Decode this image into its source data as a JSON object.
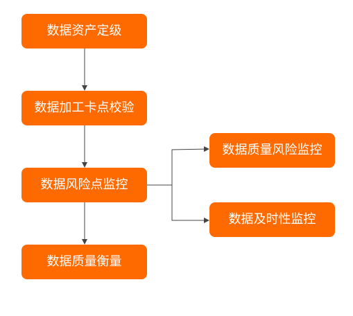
{
  "diagram": {
    "nodes": [
      {
        "id": "n1",
        "label": "数据资产定级"
      },
      {
        "id": "n2",
        "label": "数据加工卡点校验"
      },
      {
        "id": "n3",
        "label": "数据风险点监控"
      },
      {
        "id": "n4",
        "label": "数据质量衡量"
      },
      {
        "id": "n5",
        "label": "数据质量风险监控"
      },
      {
        "id": "n6",
        "label": "数据及时性监控"
      }
    ],
    "edges": [
      {
        "from": "n1",
        "to": "n2"
      },
      {
        "from": "n2",
        "to": "n3"
      },
      {
        "from": "n3",
        "to": "n4"
      },
      {
        "from": "n3",
        "to": "n5"
      },
      {
        "from": "n3",
        "to": "n6"
      }
    ]
  },
  "colors": {
    "node_fill": "#ff6a00",
    "node_text": "#ffffff",
    "connector": "#444444",
    "background": "#ffffff"
  }
}
